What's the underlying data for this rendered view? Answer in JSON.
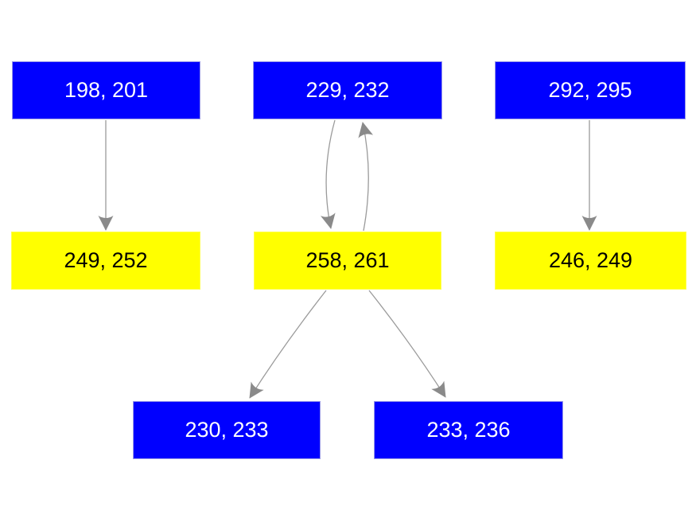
{
  "diagram": {
    "background_color": "#ffffff",
    "edge_color": "#9a9a9a",
    "arrowhead_color": "#8a8a8a",
    "node_colors": {
      "blue_fill": "#0000ff",
      "blue_text": "#ffffff",
      "yellow_fill": "#ffff00",
      "yellow_text": "#000000"
    },
    "nodes": [
      {
        "label": "198, 201",
        "color": "blue",
        "row": "top"
      },
      {
        "label": "229, 232",
        "color": "blue",
        "row": "top"
      },
      {
        "label": "292, 295",
        "color": "blue",
        "row": "top"
      },
      {
        "label": "249, 252",
        "color": "yellow",
        "row": "middle"
      },
      {
        "label": "258, 261",
        "color": "yellow",
        "row": "middle"
      },
      {
        "label": "246, 249",
        "color": "yellow",
        "row": "middle"
      },
      {
        "label": "230, 233",
        "color": "blue",
        "row": "bottom"
      },
      {
        "label": "233, 236",
        "color": "blue",
        "row": "bottom"
      }
    ],
    "edges": [
      {
        "from": "198, 201",
        "to": "249, 252",
        "shape": "straight"
      },
      {
        "from": "229, 232",
        "to": "258, 261",
        "shape": "curved"
      },
      {
        "from": "258, 261",
        "to": "229, 232",
        "shape": "curved"
      },
      {
        "from": "292, 295",
        "to": "246, 249",
        "shape": "straight"
      },
      {
        "from": "258, 261",
        "to": "230, 233",
        "shape": "diagonal"
      },
      {
        "from": "258, 261",
        "to": "233, 236",
        "shape": "diagonal"
      }
    ]
  }
}
